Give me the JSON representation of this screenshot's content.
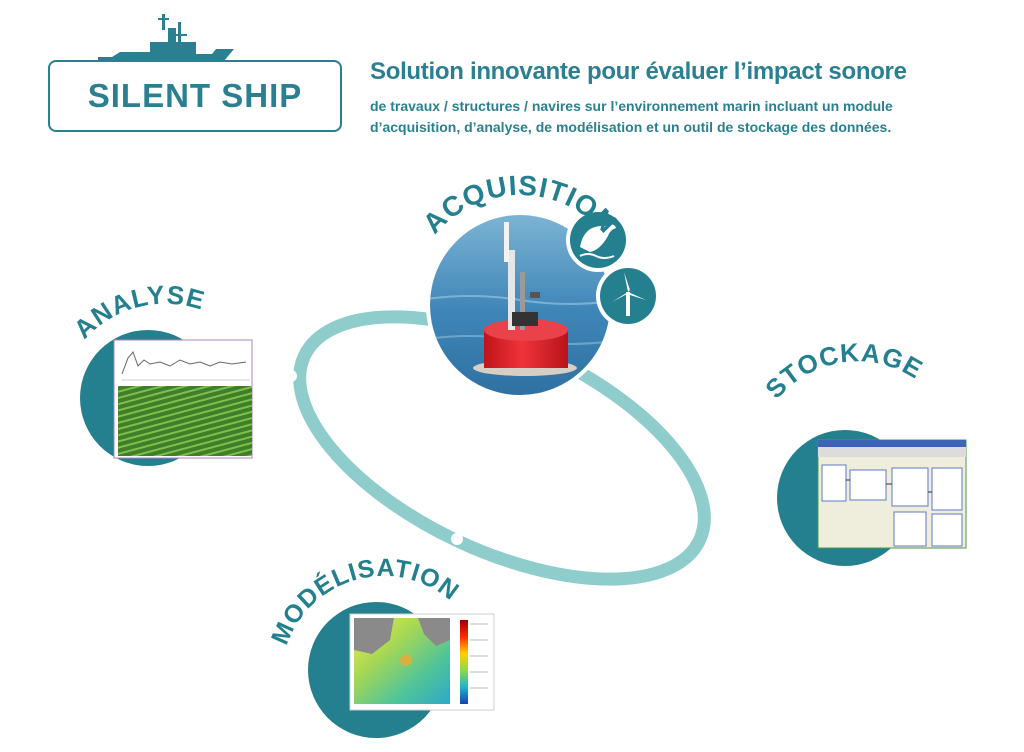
{
  "header": {
    "logo_text": "SILENT SHIP",
    "headline": "Solution innovante pour évaluer l’impact sonore",
    "subline": [
      "de travaux / structures / navires sur l’environnement marin incluant un module",
      "d’acquisition, d’analyse, de modélisation et un outil de stockage des données."
    ]
  },
  "colors": {
    "teal_dark": "#2a8090",
    "teal_ring": "#8fcdcc",
    "node_fill": "#24808e"
  },
  "cycle": {
    "nodes": [
      {
        "id": "acquisition",
        "label": "ACQUISITION",
        "icons": [
          "dolphin-icon",
          "wind-turbine-icon"
        ]
      },
      {
        "id": "analyse",
        "label": "ANALYSE"
      },
      {
        "id": "stockage",
        "label": "STOCKAGE"
      },
      {
        "id": "modelisation",
        "label": "MODÉLISATION"
      }
    ]
  }
}
